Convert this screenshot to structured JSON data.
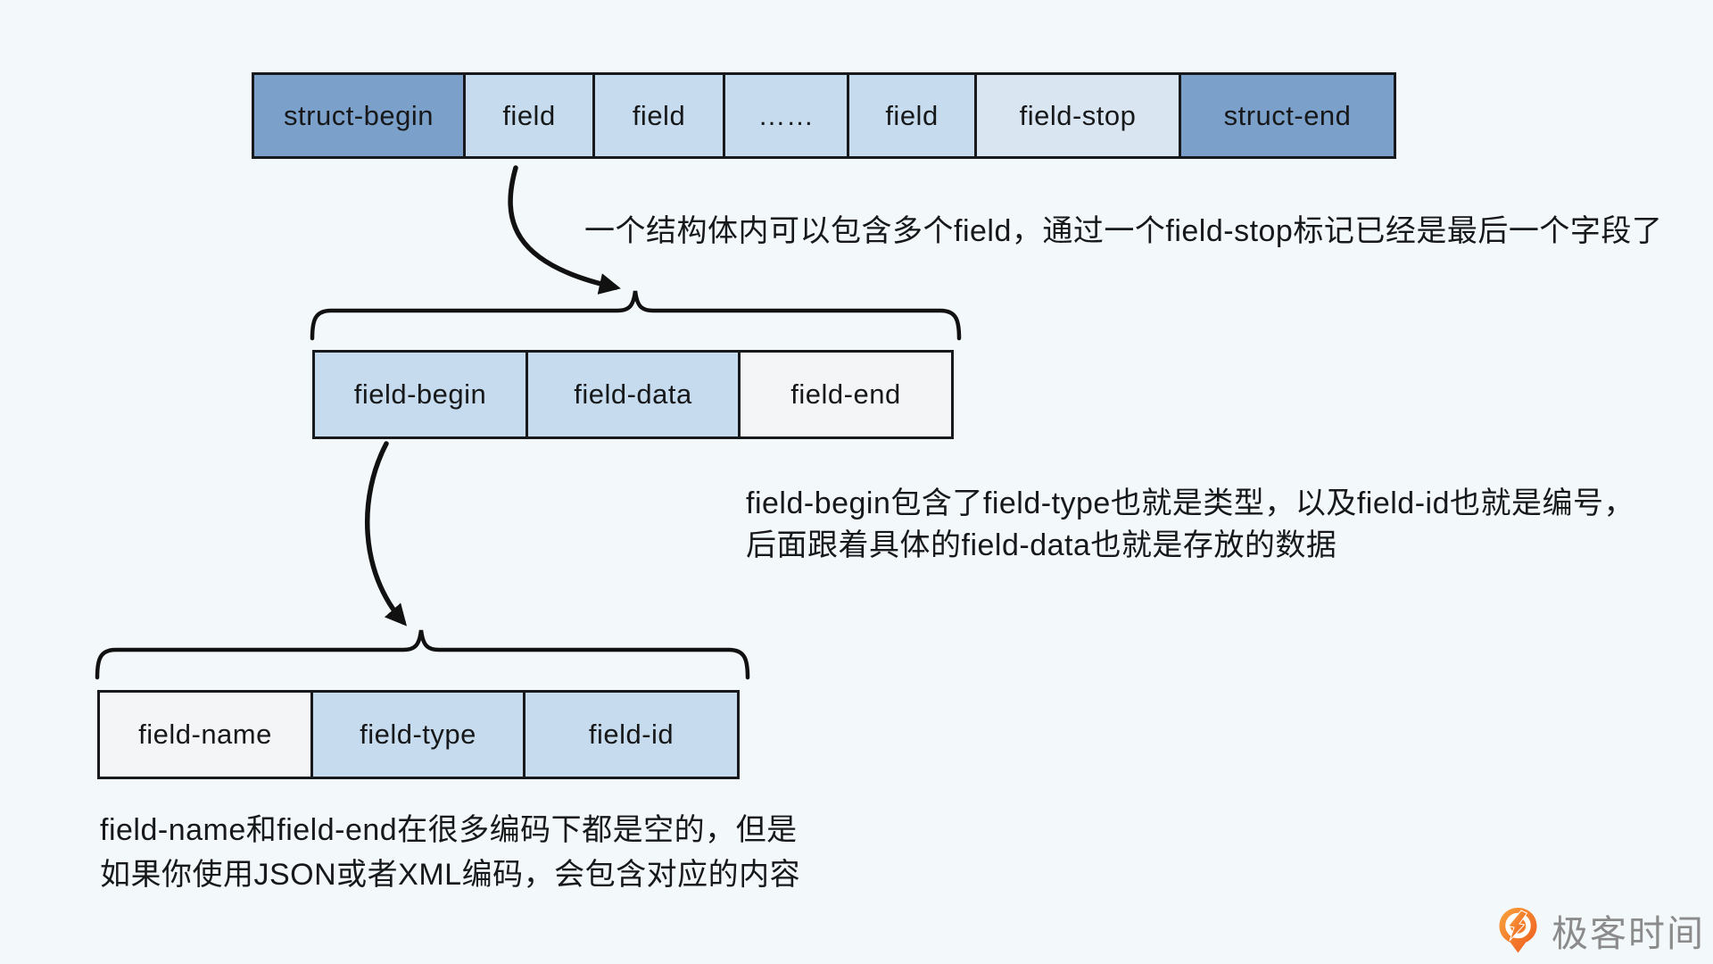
{
  "rows": [
    {
      "name": "struct-row",
      "cells": [
        {
          "label": "struct-begin",
          "variant": "dark"
        },
        {
          "label": "field",
          "variant": "light"
        },
        {
          "label": "field",
          "variant": "light"
        },
        {
          "label": "……",
          "variant": "light"
        },
        {
          "label": "field",
          "variant": "light"
        },
        {
          "label": "field-stop",
          "variant": "lighter"
        },
        {
          "label": "struct-end",
          "variant": "dark"
        }
      ]
    },
    {
      "name": "field-row",
      "cells": [
        {
          "label": "field-begin",
          "variant": "light"
        },
        {
          "label": "field-data",
          "variant": "light"
        },
        {
          "label": "field-end",
          "variant": "white"
        }
      ]
    },
    {
      "name": "field-begin-row",
      "cells": [
        {
          "label": "field-name",
          "variant": "white"
        },
        {
          "label": "field-type",
          "variant": "light"
        },
        {
          "label": "field-id",
          "variant": "light"
        }
      ]
    }
  ],
  "notes": {
    "note1": "一个结构体内可以包含多个field，通过一个field-stop标记已经是最后一个字段了",
    "note2": {
      "lines": [
        "field-begin包含了field-type也就是类型，以及field-id也就是编号，",
        "后面跟着具体的field-data也就是存放的数据"
      ]
    },
    "note3": {
      "lines": [
        "field-name和field-end在很多编码下都是空的，但是",
        "如果你使用JSON或者XML编码，会包含对应的内容"
      ]
    }
  },
  "logo": {
    "label": "极客时间",
    "icon": "geektime-pin-icon"
  },
  "colors": {
    "background": "#f3f8fa",
    "box_dark": "#7ba0ca",
    "box_light": "#c6dcee",
    "box_lighter": "#d9e6f1",
    "box_white": "#f3f5f6",
    "box_border": "#17191c",
    "text": "#17181a",
    "arrow": "#111111",
    "logo_text": "#8b8b8b",
    "logo_orange": "#f26d21"
  }
}
